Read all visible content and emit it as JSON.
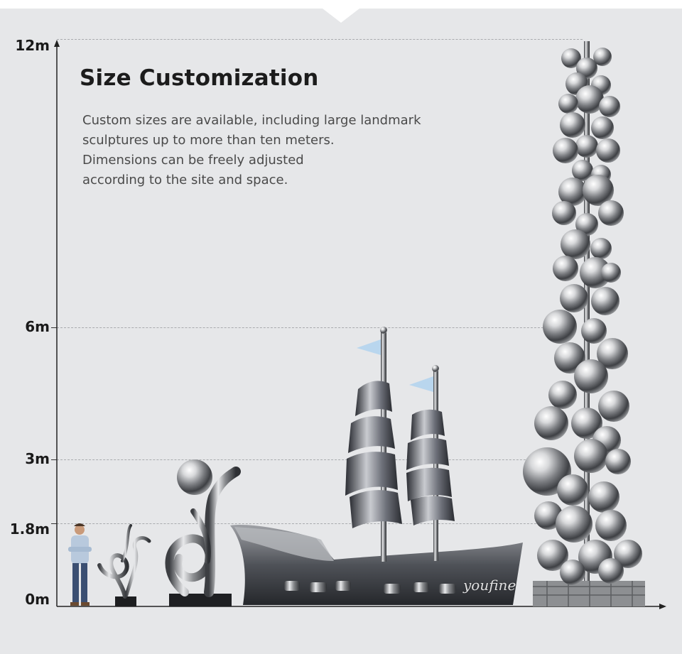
{
  "heading": "Size Customization",
  "description": [
    "Custom sizes are available, including large landmark",
    "sculptures up to more than ten meters.",
    "Dimensions can be freely adjusted",
    "according to the site and space."
  ],
  "scale_labels": {
    "m12": "12m",
    "m6": "6m",
    "m3": "3m",
    "m1_8": "1.8m",
    "m0": "0m"
  },
  "watermark": "youfine",
  "colors": {
    "panel": "#e6e7e9",
    "heading": "#1c1c1c",
    "text": "#4a4a4a",
    "axis": "#222222"
  }
}
